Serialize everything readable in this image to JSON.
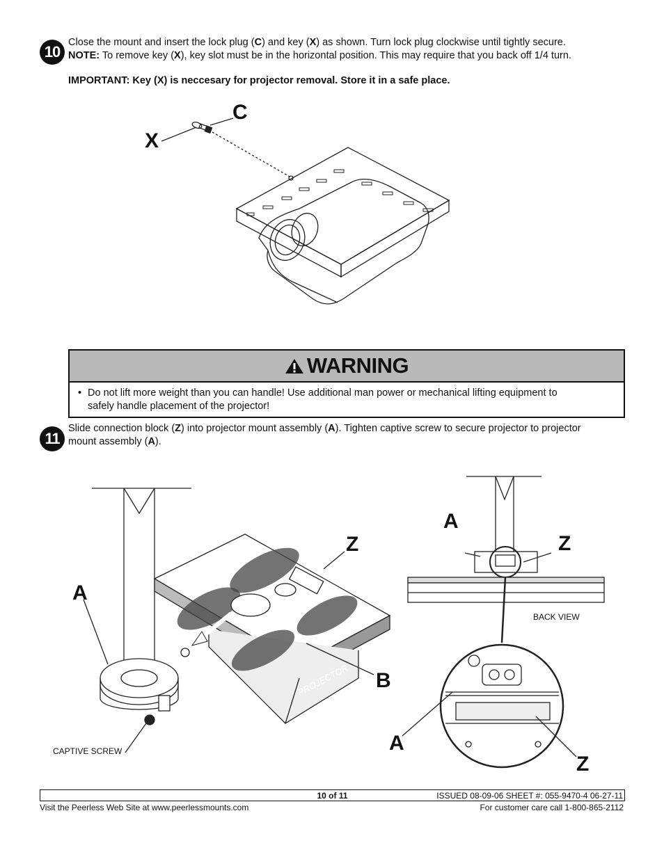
{
  "step10": {
    "number": "10",
    "line1_a": "Close the mount and insert the lock plug (",
    "line1_c": "C",
    "line1_b": ") and key (",
    "line1_x": "X",
    "line1_c2": ") as shown. Turn lock plug clockwise until tightly secure.",
    "note_label": "NOTE:",
    "note_a": " To remove key (",
    "note_x": "X",
    "note_b": "), key slot must be in the horizontal position. This may require that you back off 1/4 turn.",
    "important": "IMPORTANT: Key (X) is neccesary for projector removal. Store it in a safe place.",
    "callout_x": "X",
    "callout_c": "C"
  },
  "warning": {
    "icon": "warning-triangle-icon",
    "title": "WARNING",
    "bullet": "•",
    "text_line1": "Do not lift more weight than you can handle! Use additional man power or mechanical lifting equipment to",
    "text_line2": "safely handle placement of the projector!"
  },
  "step11": {
    "number": "11",
    "line1_a": "Slide connection block (",
    "line1_z": "Z",
    "line1_b": ") into projector mount assembly (",
    "line1_a2": "A",
    "line1_c": "). Tighten captive screw to secure projector to projector",
    "line2_a": "mount assembly (",
    "line2_a2": "A",
    "line2_b": ").",
    "callout_a_left": "A",
    "callout_z_left": "Z",
    "callout_b": "B",
    "projector_label": "PROJECTOR",
    "captive_screw_label": "CAPTIVE SCREW",
    "callout_a_right": "A",
    "callout_z_right": "Z",
    "back_view_label": "BACK VIEW",
    "callout_a_detail": "A",
    "callout_z_detail": "Z"
  },
  "footer": {
    "page": "10 of 11",
    "issued": "ISSUED 08-09-06 SHEET #: 055-9470-4  06-27-11",
    "website": "Visit the Peerless Web Site at www.peerlessmounts.com",
    "customer_care": "For customer care call 1-800-865-2112"
  }
}
